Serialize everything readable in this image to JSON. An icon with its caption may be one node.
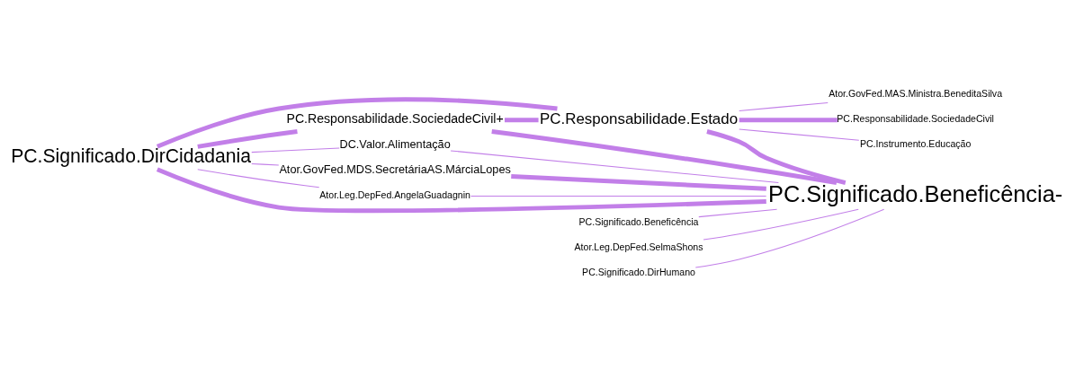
{
  "diagram": {
    "nodes": [
      {
        "text": [
          "PC.Responsabilidade.SociedadeCivil+"
        ]
      },
      {
        "text": [
          "PC.Significado.DirCidadania"
        ]
      },
      {
        "text": [
          "PC.Responsabilidade.Estado"
        ]
      },
      {
        "text": [
          "DC.Valor.Alimentação"
        ]
      },
      {
        "text": [
          "Ator.GovFed.MDS.SecretáriaAS.MárciaLopes"
        ]
      },
      {
        "text": [
          "PC.Significado.Beneficência"
        ]
      },
      {
        "text": [
          "Ator.Leg.DepFed.AngelaGuadagnin"
        ]
      },
      {
        "text": [
          "PC.Significado.Beneficência-"
        ]
      },
      {
        "text": [
          "Ator.Leg.DepFed.SelmaShons"
        ]
      },
      {
        "text": [
          "PC.Significado.DirHumano"
        ]
      },
      {
        "text": [
          "Ator.GovFed.MAS.Ministra.BeneditaSilva"
        ]
      },
      {
        "text": [
          "PC.Responsabilidade.SociedadeCivil"
        ]
      },
      {
        "text": [
          "PC.Instrumento.Educação"
        ]
      }
    ],
    "edges": [
      {
        "from": 1,
        "to": 0,
        "arrow": "none",
        "style": "thick"
      },
      {
        "from": 1,
        "to": 2,
        "arrow": "none",
        "style": "thick"
      },
      {
        "from": 0,
        "to": 2,
        "arrow": "none",
        "style": "thick"
      },
      {
        "from": 1,
        "to": 7,
        "arrow": "none",
        "style": "thick"
      },
      {
        "from": 0,
        "to": 7,
        "arrow": "none",
        "style": "thick"
      },
      {
        "from": 2,
        "to": 7,
        "arrow": "none",
        "style": "thick"
      },
      {
        "from": 4,
        "to": 7,
        "arrow": "none",
        "style": "thick"
      },
      {
        "from": 3,
        "to": 7,
        "arrow": "none"
      },
      {
        "from": 5,
        "to": 7,
        "arrow": "none"
      },
      {
        "from": 6,
        "to": 7,
        "arrow": "none"
      },
      {
        "from": 8,
        "to": 7,
        "arrow": "none"
      },
      {
        "from": 9,
        "to": 7,
        "arrow": "none"
      },
      {
        "from": 1,
        "to": 4,
        "arrow": "none"
      },
      {
        "from": 2,
        "to": 10,
        "arrow": "none"
      },
      {
        "from": 2,
        "to": 11,
        "arrow": "none",
        "style": "thick"
      },
      {
        "from": 2,
        "to": 12,
        "arrow": "none"
      },
      {
        "from": 1,
        "to": 3,
        "arrow": "none"
      },
      {
        "from": 1,
        "to": 6,
        "arrow": "none"
      }
    ]
  }
}
